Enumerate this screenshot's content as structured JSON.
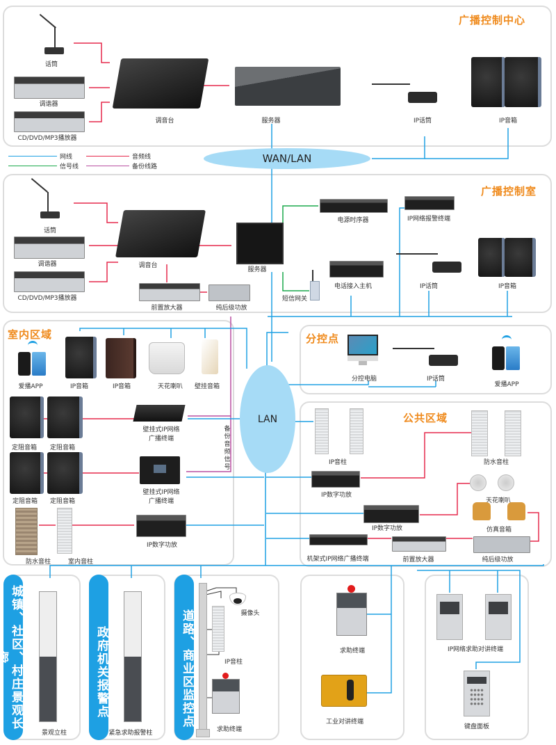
{
  "diagram": {
    "colors": {
      "network_line": "#1ea0e3",
      "audio_line": "#e6284b",
      "signal_line": "#1aa84b",
      "backup_line": "#b84fa0",
      "title": "#ef8a1c",
      "cloud": "#a6dbf6"
    },
    "legend": [
      {
        "label": "网线",
        "type": "network"
      },
      {
        "label": "音频线",
        "type": "audio"
      },
      {
        "label": "信号线",
        "type": "signal"
      },
      {
        "label": "备份线路",
        "type": "backup"
      }
    ],
    "clouds": {
      "wan": "WAN/LAN",
      "lan": "LAN"
    },
    "sections": {
      "center": {
        "title": "广播控制中心",
        "devices": {
          "mic": "话筒",
          "tuner": "调谐器",
          "cd": "CD/DVD/MP3播放器",
          "mixer": "调音台",
          "server": "服务器",
          "ip_mic": "IP话筒",
          "ip_speaker": "IP音箱"
        }
      },
      "room": {
        "title": "广播控制室",
        "devices": {
          "mic": "话筒",
          "tuner": "调谐器",
          "cd": "CD/DVD/MP3播放器",
          "mixer": "调音台",
          "server": "服务器",
          "preamp": "前置放大器",
          "power_amp": "纯后级功放",
          "power_seq": "电源时序器",
          "sms_gateway": "短信网关",
          "phone_host": "电话接入主机",
          "alarm_terminal": "IP网络报警终端",
          "ip_mic": "IP话筒",
          "ip_speaker": "IP音箱"
        }
      },
      "indoor": {
        "title": "室内区域",
        "devices": {
          "app": "爱播APP",
          "ip_speaker1": "IP音箱",
          "ip_speaker2": "IP音箱",
          "ceiling": "天花喇叭",
          "wall_speaker": "壁挂音箱",
          "fixed1": "定阻音箱",
          "fixed2": "定阻音箱",
          "fixed3": "定阻音箱",
          "fixed4": "定阻音箱",
          "wall_terminal1": "壁挂式IP网络\n广播终端",
          "wall_terminal2": "壁挂式IP网络\n广播终端",
          "waterproof_col": "防水音柱",
          "indoor_col": "室内音柱",
          "ip_amp": "IP数字功放",
          "backup_signal": "备份音频信号"
        }
      },
      "branch": {
        "title": "分控点",
        "devices": {
          "pc": "分控电脑",
          "ip_mic": "IP话筒",
          "app": "爱播APP"
        }
      },
      "public": {
        "title": "公共区域",
        "devices": {
          "ip_col": "IP音柱",
          "waterproof_col": "防水音柱",
          "ip_amp1": "IP数字功放",
          "ip_amp2": "IP数字功放",
          "ceiling": "天花喇叭",
          "sim_speaker": "仿真音箱",
          "rack_terminal": "机架式IP网络广播终端",
          "preamp": "前置放大器",
          "power_amp": "纯后级功放",
          "dots": "•••"
        }
      },
      "town": {
        "title": "城镇、社区、村庄景观长廊",
        "device": "景观立柱"
      },
      "gov": {
        "title": "政府机关报警点",
        "device": "紧急求助报警柱"
      },
      "road": {
        "title": "道路、商业区监控点",
        "devices": {
          "camera": "摄像头",
          "ip_col": "IP音柱",
          "help": "求助终端"
        }
      },
      "help_zone": {
        "devices": {
          "help": "求助终端",
          "industrial": "工业对讲终端"
        }
      },
      "intercom_zone": {
        "devices": {
          "intercom": "IP网络求助对讲终端",
          "keypad": "键盘面板"
        }
      }
    }
  }
}
